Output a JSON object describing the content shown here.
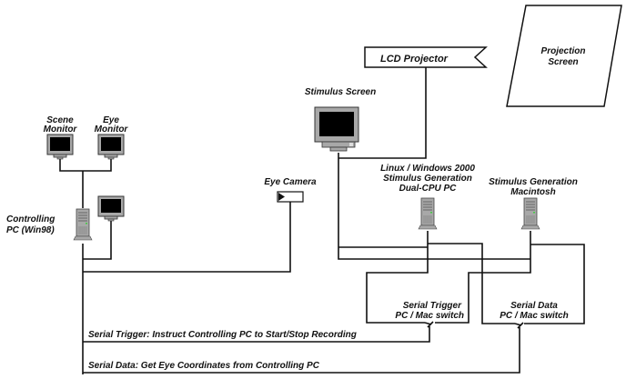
{
  "diagram": {
    "labels": {
      "lcd_projector": "LCD Projector",
      "projection_screen_1": "Projection",
      "projection_screen_2": "Screen",
      "stimulus_screen": "Stimulus Screen",
      "scene_monitor_1": "Scene",
      "scene_monitor_2": "Monitor",
      "eye_monitor_1": "Eye",
      "eye_monitor_2": "Monitor",
      "controlling_pc_1": "Controlling",
      "controlling_pc_2": "PC (Win98)",
      "eye_camera": "Eye Camera",
      "linux_pc_1": "Linux / Windows 2000",
      "linux_pc_2": "Stimulus Generation",
      "linux_pc_3": "Dual-CPU PC",
      "mac_1": "Stimulus Generation",
      "mac_2": "Macintosh",
      "trigger_switch_1": "Serial Trigger",
      "trigger_switch_2": "PC / Mac switch",
      "data_switch_1": "Serial Data",
      "data_switch_2": "PC / Mac switch",
      "serial_trigger_line": "Serial Trigger:  Instruct Controlling PC to Start/Stop Recording",
      "serial_data_line": "Serial Data:  Get Eye Coordinates from Controlling PC"
    },
    "colors": {
      "line": "#111111",
      "device_gray": "#a8a8a8",
      "screen_black": "#000000",
      "background": "#ffffff"
    }
  }
}
